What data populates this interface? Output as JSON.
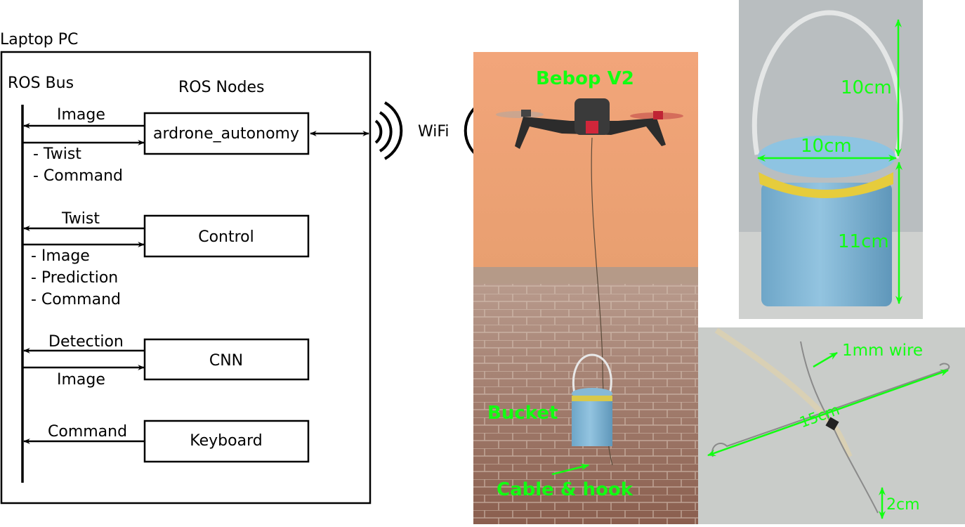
{
  "laptop": {
    "title": "Laptop PC",
    "bus_label": "ROS Bus",
    "nodes_label": "ROS Nodes",
    "wifi_label": "WiFi"
  },
  "nodes": [
    {
      "name": "ardrone_autonomy",
      "out": "Image",
      "in": [
        "- Twist",
        "- Command"
      ]
    },
    {
      "name": "Control",
      "out": "Twist",
      "in": [
        "- Image",
        "- Prediction",
        "- Command"
      ]
    },
    {
      "name": "CNN",
      "out": "Detection",
      "in": [
        "Image"
      ]
    },
    {
      "name": "Keyboard",
      "out": "Command",
      "in": []
    }
  ],
  "photo_main": {
    "drone_label": "Bebop V2",
    "bucket_label": "Bucket",
    "cable_label": "Cable & hook"
  },
  "photo_bucket": {
    "handle_height": "10cm",
    "diameter": "10cm",
    "body_height": "11cm"
  },
  "photo_hook": {
    "wire_label": "1mm wire",
    "length_label": "15cm",
    "hook_label": "2cm"
  },
  "colors": {
    "annotation": "#12ff12",
    "wall": "#eaa274",
    "floor": "#9a6d5c",
    "bucket": "#86b9d6",
    "backdrop": "#b9bec0"
  }
}
